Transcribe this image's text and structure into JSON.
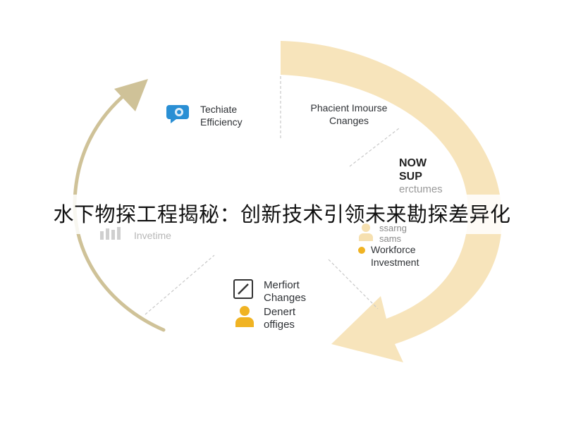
{
  "banner": {
    "title": "水下物探工程揭秘：创新技术引领未来勘探差异化"
  },
  "colors": {
    "left_arrow": "#cfc298",
    "right_arrow": "#f6dfaf",
    "accent_blue": "#2a8fd4",
    "accent_gold": "#f0b323",
    "dashed": "#c8c8c8"
  },
  "nodes": {
    "top_left": {
      "line1": "Techiate",
      "line2": "Efficiency",
      "icon": "chat-bubble-icon"
    },
    "top_right": {
      "line1": "Phacient Imourse",
      "line2": "Cnanges"
    },
    "right_upper": {
      "line1": "NOW",
      "line2": "SUP",
      "line3": "erctumes"
    },
    "right_lower": {
      "line1": "ssarng",
      "line2": "sams",
      "icon": "person-icon"
    },
    "right_bottom": {
      "line1": "Workforce",
      "line2": "Investment",
      "icon": "dot-icon"
    },
    "left_middle": {
      "line1": "Invetime",
      "icon": "bar-chart-icon"
    },
    "bottom_upper": {
      "line1": "Merfiort",
      "line2": "Changes",
      "icon": "pen-square-icon"
    },
    "bottom_lower": {
      "line1": "Denert",
      "line2": "offiges",
      "icon": "person-icon"
    }
  }
}
